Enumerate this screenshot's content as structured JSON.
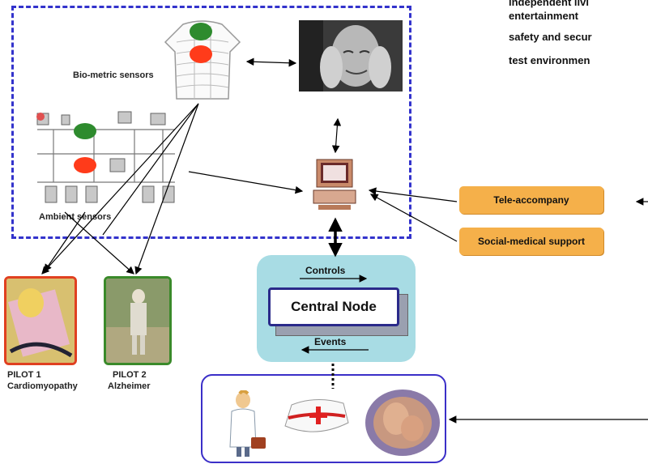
{
  "goals": {
    "items": [
      "independent livi",
      "entertainment",
      "safety and secur",
      "test environmen"
    ]
  },
  "sensors": {
    "biometric_label": "Bio-metric sensors",
    "ambient_label": "Ambient sensors"
  },
  "services": {
    "tele_accompany": "Tele-accompany",
    "social_medical": "Social-medical support"
  },
  "central": {
    "node_label": "Central Node",
    "controls_label": "Controls",
    "events_label": "Events"
  },
  "pilots": [
    {
      "title": "PILOT 1",
      "subtitle": "Cardiomyopathy"
    },
    {
      "title": "PILOT 2",
      "subtitle": "Alzheimer"
    }
  ],
  "colors": {
    "home_border": "#3333cc",
    "service_fill": "#f5b04a",
    "central_fill": "#a8dce4",
    "pilot1_border": "#e04020",
    "pilot2_border": "#3a8a2a"
  }
}
